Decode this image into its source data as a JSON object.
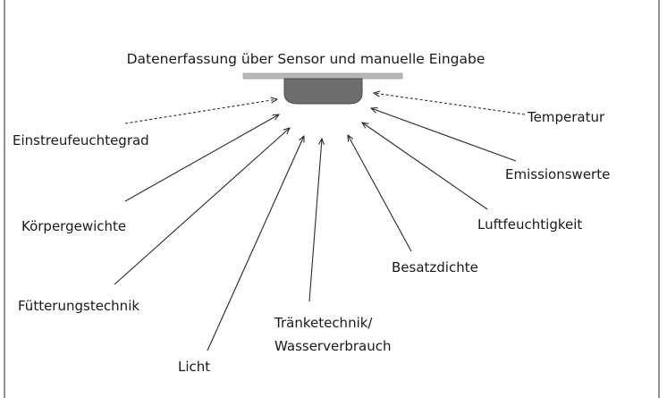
{
  "title": "Datenerfassung über Sensor und manuelle Eingabe",
  "colors": {
    "sensor_body": "#6e6e6e",
    "sensor_plate": "#b8b8b8",
    "frame": "#4a4a4a",
    "line": "#2a2a2a"
  },
  "labels": {
    "einstreu": "Einstreufeuchtegrad",
    "koerper": "Körpergewichte",
    "fuetterung": "Fütterungstechnik",
    "licht": "Licht",
    "traenke_1": "Tränketechnik/",
    "traenke_2": "Wasserverbrauch",
    "besatz": "Besatzdichte",
    "luft": "Luftfeuchtigkeit",
    "emission": "Emissionswerte",
    "temperatur": "Temperatur"
  }
}
